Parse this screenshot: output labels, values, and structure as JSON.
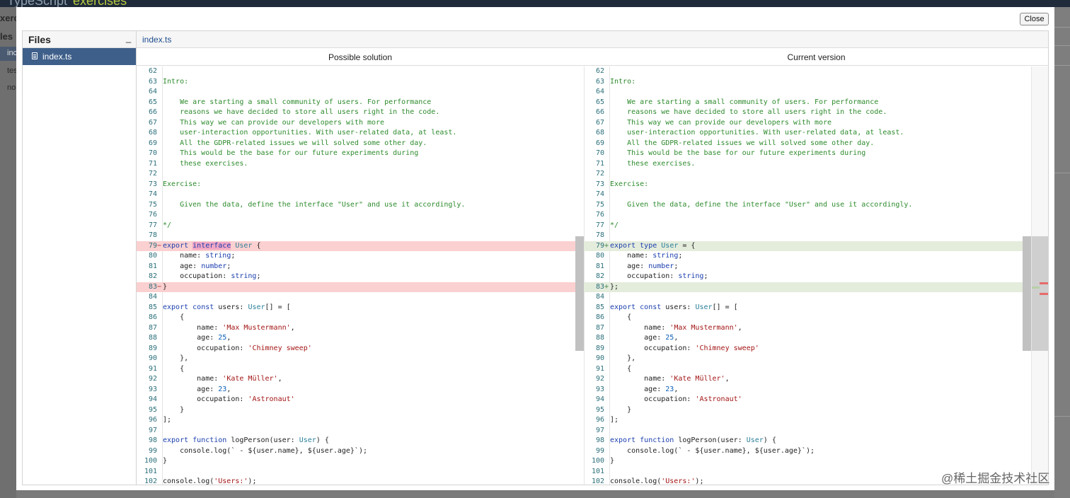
{
  "background": {
    "app_title": "TypeScript",
    "app_subtitle": "exercises",
    "left_labels": [
      "xerc",
      "les",
      "inc",
      "tes",
      "no"
    ]
  },
  "modal": {
    "close_label": "Close",
    "files_title": "Files",
    "files_collapse": "_",
    "file_name": "index.ts",
    "tab_name": "index.ts",
    "left_title": "Possible solution",
    "right_title": "Current version"
  },
  "watermark": "@稀土掘金技术社区",
  "diff": {
    "left": [
      {
        "n": "62",
        "mk": "",
        "t": "",
        "s": "",
        "h": []
      },
      {
        "n": "63",
        "mk": "",
        "t": "",
        "h": [
          [
            "c-com",
            "Intro:"
          ]
        ]
      },
      {
        "n": "64",
        "mk": "",
        "t": "",
        "h": []
      },
      {
        "n": "65",
        "mk": "",
        "t": "",
        "h": [
          [
            "c-com",
            "    We are starting a small community of users. For performance"
          ]
        ]
      },
      {
        "n": "66",
        "mk": "",
        "t": "",
        "h": [
          [
            "c-com",
            "    reasons we have decided to store all users right in the code."
          ]
        ]
      },
      {
        "n": "67",
        "mk": "",
        "t": "",
        "h": [
          [
            "c-com",
            "    This way we can provide our developers with more"
          ]
        ]
      },
      {
        "n": "68",
        "mk": "",
        "t": "",
        "h": [
          [
            "c-com",
            "    user-interaction opportunities. With user-related data, at least."
          ]
        ]
      },
      {
        "n": "69",
        "mk": "",
        "t": "",
        "h": [
          [
            "c-com",
            "    All the GDPR-related issues we will solved some other day."
          ]
        ]
      },
      {
        "n": "70",
        "mk": "",
        "t": "",
        "h": [
          [
            "c-com",
            "    This would be the base for our future experiments during"
          ]
        ]
      },
      {
        "n": "71",
        "mk": "",
        "t": "",
        "h": [
          [
            "c-com",
            "    these exercises."
          ]
        ]
      },
      {
        "n": "72",
        "mk": "",
        "t": "",
        "h": []
      },
      {
        "n": "73",
        "mk": "",
        "t": "",
        "h": [
          [
            "c-com",
            "Exercise:"
          ]
        ]
      },
      {
        "n": "74",
        "mk": "",
        "t": "",
        "h": []
      },
      {
        "n": "75",
        "mk": "",
        "t": "",
        "h": [
          [
            "c-com",
            "    Given the data, define the interface \"User\" and use it accordingly."
          ]
        ]
      },
      {
        "n": "76",
        "mk": "",
        "t": "",
        "h": []
      },
      {
        "n": "77",
        "mk": "",
        "t": "",
        "h": [
          [
            "c-com",
            "*/"
          ]
        ]
      },
      {
        "n": "78",
        "mk": "",
        "t": "",
        "h": []
      },
      {
        "n": "79",
        "mk": "−",
        "t": "del",
        "h": [
          [
            "c-kw",
            "export"
          ],
          [
            "",
            "",
            " "
          ],
          [
            "c-kw hl-word",
            "interface"
          ],
          [
            "",
            " "
          ],
          [
            "c-ty",
            "User"
          ],
          [
            "",
            " {"
          ]
        ]
      },
      {
        "n": "80",
        "mk": "",
        "t": "",
        "h": [
          [
            "",
            "    name: "
          ],
          [
            "c-kw",
            "string"
          ],
          [
            "",
            ";"
          ]
        ]
      },
      {
        "n": "81",
        "mk": "",
        "t": "",
        "h": [
          [
            "",
            "    age: "
          ],
          [
            "c-kw",
            "number"
          ],
          [
            "",
            ";"
          ]
        ]
      },
      {
        "n": "82",
        "mk": "",
        "t": "",
        "h": [
          [
            "",
            "    occupation: "
          ],
          [
            "c-kw",
            "string"
          ],
          [
            "",
            ";"
          ]
        ]
      },
      {
        "n": "83",
        "mk": "−",
        "t": "del",
        "h": [
          [
            "",
            "}"
          ]
        ]
      },
      {
        "n": "84",
        "mk": "",
        "t": "",
        "h": []
      },
      {
        "n": "85",
        "mk": "",
        "t": "",
        "h": [
          [
            "c-kw",
            "export"
          ],
          [
            "",
            " "
          ],
          [
            "c-kw",
            "const"
          ],
          [
            "",
            " users: "
          ],
          [
            "c-ty",
            "User"
          ],
          [
            "",
            "[] = ["
          ]
        ]
      },
      {
        "n": "86",
        "mk": "",
        "t": "",
        "h": [
          [
            "",
            "    {"
          ]
        ]
      },
      {
        "n": "87",
        "mk": "",
        "t": "",
        "h": [
          [
            "",
            "        name: "
          ],
          [
            "c-str",
            "'Max Mustermann'"
          ],
          [
            "",
            ","
          ]
        ]
      },
      {
        "n": "88",
        "mk": "",
        "t": "",
        "h": [
          [
            "",
            "        age: "
          ],
          [
            "c-num",
            "25"
          ],
          [
            "",
            ","
          ]
        ]
      },
      {
        "n": "89",
        "mk": "",
        "t": "",
        "h": [
          [
            "",
            "        occupation: "
          ],
          [
            "c-str",
            "'Chimney sweep'"
          ]
        ]
      },
      {
        "n": "90",
        "mk": "",
        "t": "",
        "h": [
          [
            "",
            "    },"
          ]
        ]
      },
      {
        "n": "91",
        "mk": "",
        "t": "",
        "h": [
          [
            "",
            "    {"
          ]
        ]
      },
      {
        "n": "92",
        "mk": "",
        "t": "",
        "h": [
          [
            "",
            "        name: "
          ],
          [
            "c-str",
            "'Kate Müller'"
          ],
          [
            "",
            ","
          ]
        ]
      },
      {
        "n": "93",
        "mk": "",
        "t": "",
        "h": [
          [
            "",
            "        age: "
          ],
          [
            "c-num",
            "23"
          ],
          [
            "",
            ","
          ]
        ]
      },
      {
        "n": "94",
        "mk": "",
        "t": "",
        "h": [
          [
            "",
            "        occupation: "
          ],
          [
            "c-str",
            "'Astronaut'"
          ]
        ]
      },
      {
        "n": "95",
        "mk": "",
        "t": "",
        "h": [
          [
            "",
            "    }"
          ]
        ]
      },
      {
        "n": "96",
        "mk": "",
        "t": "",
        "h": [
          [
            "",
            "];"
          ]
        ]
      },
      {
        "n": "97",
        "mk": "",
        "t": "",
        "h": []
      },
      {
        "n": "98",
        "mk": "",
        "t": "",
        "h": [
          [
            "c-kw",
            "export"
          ],
          [
            "",
            " "
          ],
          [
            "c-kw",
            "function"
          ],
          [
            "",
            " logPerson(user: "
          ],
          [
            "c-ty",
            "User"
          ],
          [
            "",
            ") {"
          ]
        ]
      },
      {
        "n": "99",
        "mk": "",
        "t": "",
        "h": [
          [
            "",
            "    console.log(` - ${user.name}, ${user.age}`);"
          ]
        ]
      },
      {
        "n": "100",
        "mk": "",
        "t": "",
        "h": [
          [
            "",
            "}"
          ]
        ]
      },
      {
        "n": "101",
        "mk": "",
        "t": "",
        "h": []
      },
      {
        "n": "102",
        "mk": "",
        "t": "",
        "h": [
          [
            "",
            "console.log("
          ],
          [
            "c-str",
            "'Users:'"
          ],
          [
            "",
            ");"
          ]
        ]
      }
    ],
    "right": [
      {
        "n": "62",
        "mk": "",
        "t": "",
        "h": []
      },
      {
        "n": "63",
        "mk": "",
        "t": "",
        "h": [
          [
            "c-com",
            "Intro:"
          ]
        ]
      },
      {
        "n": "64",
        "mk": "",
        "t": "",
        "h": []
      },
      {
        "n": "65",
        "mk": "",
        "t": "",
        "h": [
          [
            "c-com",
            "    We are starting a small community of users. For performance"
          ]
        ]
      },
      {
        "n": "66",
        "mk": "",
        "t": "",
        "h": [
          [
            "c-com",
            "    reasons we have decided to store all users right in the code."
          ]
        ]
      },
      {
        "n": "67",
        "mk": "",
        "t": "",
        "h": [
          [
            "c-com",
            "    This way we can provide our developers with more"
          ]
        ]
      },
      {
        "n": "68",
        "mk": "",
        "t": "",
        "h": [
          [
            "c-com",
            "    user-interaction opportunities. With user-related data, at least."
          ]
        ]
      },
      {
        "n": "69",
        "mk": "",
        "t": "",
        "h": [
          [
            "c-com",
            "    All the GDPR-related issues we will solved some other day."
          ]
        ]
      },
      {
        "n": "70",
        "mk": "",
        "t": "",
        "h": [
          [
            "c-com",
            "    This would be the base for our future experiments during"
          ]
        ]
      },
      {
        "n": "71",
        "mk": "",
        "t": "",
        "h": [
          [
            "c-com",
            "    these exercises."
          ]
        ]
      },
      {
        "n": "72",
        "mk": "",
        "t": "",
        "h": []
      },
      {
        "n": "73",
        "mk": "",
        "t": "",
        "h": [
          [
            "c-com",
            "Exercise:"
          ]
        ]
      },
      {
        "n": "74",
        "mk": "",
        "t": "",
        "h": []
      },
      {
        "n": "75",
        "mk": "",
        "t": "",
        "h": [
          [
            "c-com",
            "    Given the data, define the interface \"User\" and use it accordingly."
          ]
        ]
      },
      {
        "n": "76",
        "mk": "",
        "t": "",
        "h": []
      },
      {
        "n": "77",
        "mk": "",
        "t": "",
        "h": [
          [
            "c-com",
            "*/"
          ]
        ]
      },
      {
        "n": "78",
        "mk": "",
        "t": "",
        "h": []
      },
      {
        "n": "79",
        "mk": "+",
        "t": "add",
        "h": [
          [
            "c-kw",
            "export"
          ],
          [
            "",
            " "
          ],
          [
            "c-kw",
            "type"
          ],
          [
            "",
            " "
          ],
          [
            "c-ty",
            "User"
          ],
          [
            "",
            " = {"
          ]
        ]
      },
      {
        "n": "80",
        "mk": "",
        "t": "",
        "h": [
          [
            "",
            "    name: "
          ],
          [
            "c-kw",
            "string"
          ],
          [
            "",
            ";"
          ]
        ]
      },
      {
        "n": "81",
        "mk": "",
        "t": "",
        "h": [
          [
            "",
            "    age: "
          ],
          [
            "c-kw",
            "number"
          ],
          [
            "",
            ";"
          ]
        ]
      },
      {
        "n": "82",
        "mk": "",
        "t": "",
        "h": [
          [
            "",
            "    occupation: "
          ],
          [
            "c-kw",
            "string"
          ],
          [
            "",
            ";"
          ]
        ]
      },
      {
        "n": "83",
        "mk": "+",
        "t": "add",
        "h": [
          [
            "",
            "};"
          ]
        ]
      },
      {
        "n": "84",
        "mk": "",
        "t": "",
        "h": []
      },
      {
        "n": "85",
        "mk": "",
        "t": "",
        "h": [
          [
            "c-kw",
            "export"
          ],
          [
            "",
            " "
          ],
          [
            "c-kw",
            "const"
          ],
          [
            "",
            " users: "
          ],
          [
            "c-ty",
            "User"
          ],
          [
            "",
            "[] = ["
          ]
        ]
      },
      {
        "n": "86",
        "mk": "",
        "t": "",
        "h": [
          [
            "",
            "    {"
          ]
        ]
      },
      {
        "n": "87",
        "mk": "",
        "t": "",
        "h": [
          [
            "",
            "        name: "
          ],
          [
            "c-str",
            "'Max Mustermann'"
          ],
          [
            "",
            ","
          ]
        ]
      },
      {
        "n": "88",
        "mk": "",
        "t": "",
        "h": [
          [
            "",
            "        age: "
          ],
          [
            "c-num",
            "25"
          ],
          [
            "",
            ","
          ]
        ]
      },
      {
        "n": "89",
        "mk": "",
        "t": "",
        "h": [
          [
            "",
            "        occupation: "
          ],
          [
            "c-str",
            "'Chimney sweep'"
          ]
        ]
      },
      {
        "n": "90",
        "mk": "",
        "t": "",
        "h": [
          [
            "",
            "    },"
          ]
        ]
      },
      {
        "n": "91",
        "mk": "",
        "t": "",
        "h": [
          [
            "",
            "    {"
          ]
        ]
      },
      {
        "n": "92",
        "mk": "",
        "t": "",
        "h": [
          [
            "",
            "        name: "
          ],
          [
            "c-str",
            "'Kate Müller'"
          ],
          [
            "",
            ","
          ]
        ]
      },
      {
        "n": "93",
        "mk": "",
        "t": "",
        "h": [
          [
            "",
            "        age: "
          ],
          [
            "c-num",
            "23"
          ],
          [
            "",
            ","
          ]
        ]
      },
      {
        "n": "94",
        "mk": "",
        "t": "",
        "h": [
          [
            "",
            "        occupation: "
          ],
          [
            "c-str",
            "'Astronaut'"
          ]
        ]
      },
      {
        "n": "95",
        "mk": "",
        "t": "",
        "h": [
          [
            "",
            "    }"
          ]
        ]
      },
      {
        "n": "96",
        "mk": "",
        "t": "",
        "h": [
          [
            "",
            "];"
          ]
        ]
      },
      {
        "n": "97",
        "mk": "",
        "t": "",
        "h": []
      },
      {
        "n": "98",
        "mk": "",
        "t": "",
        "h": [
          [
            "c-kw",
            "export"
          ],
          [
            "",
            " "
          ],
          [
            "c-kw",
            "function"
          ],
          [
            "",
            " logPerson(user: "
          ],
          [
            "c-ty",
            "User"
          ],
          [
            "",
            ") {"
          ]
        ]
      },
      {
        "n": "99",
        "mk": "",
        "t": "",
        "h": [
          [
            "",
            "    console.log(` - ${user.name}, ${user.age}`);"
          ]
        ]
      },
      {
        "n": "100",
        "mk": "",
        "t": "",
        "h": [
          [
            "",
            "}"
          ]
        ]
      },
      {
        "n": "101",
        "mk": "",
        "t": "",
        "h": []
      },
      {
        "n": "102",
        "mk": "",
        "t": "",
        "h": [
          [
            "",
            "console.log("
          ],
          [
            "c-str",
            "'Users:'"
          ],
          [
            "",
            ");"
          ]
        ]
      }
    ]
  }
}
